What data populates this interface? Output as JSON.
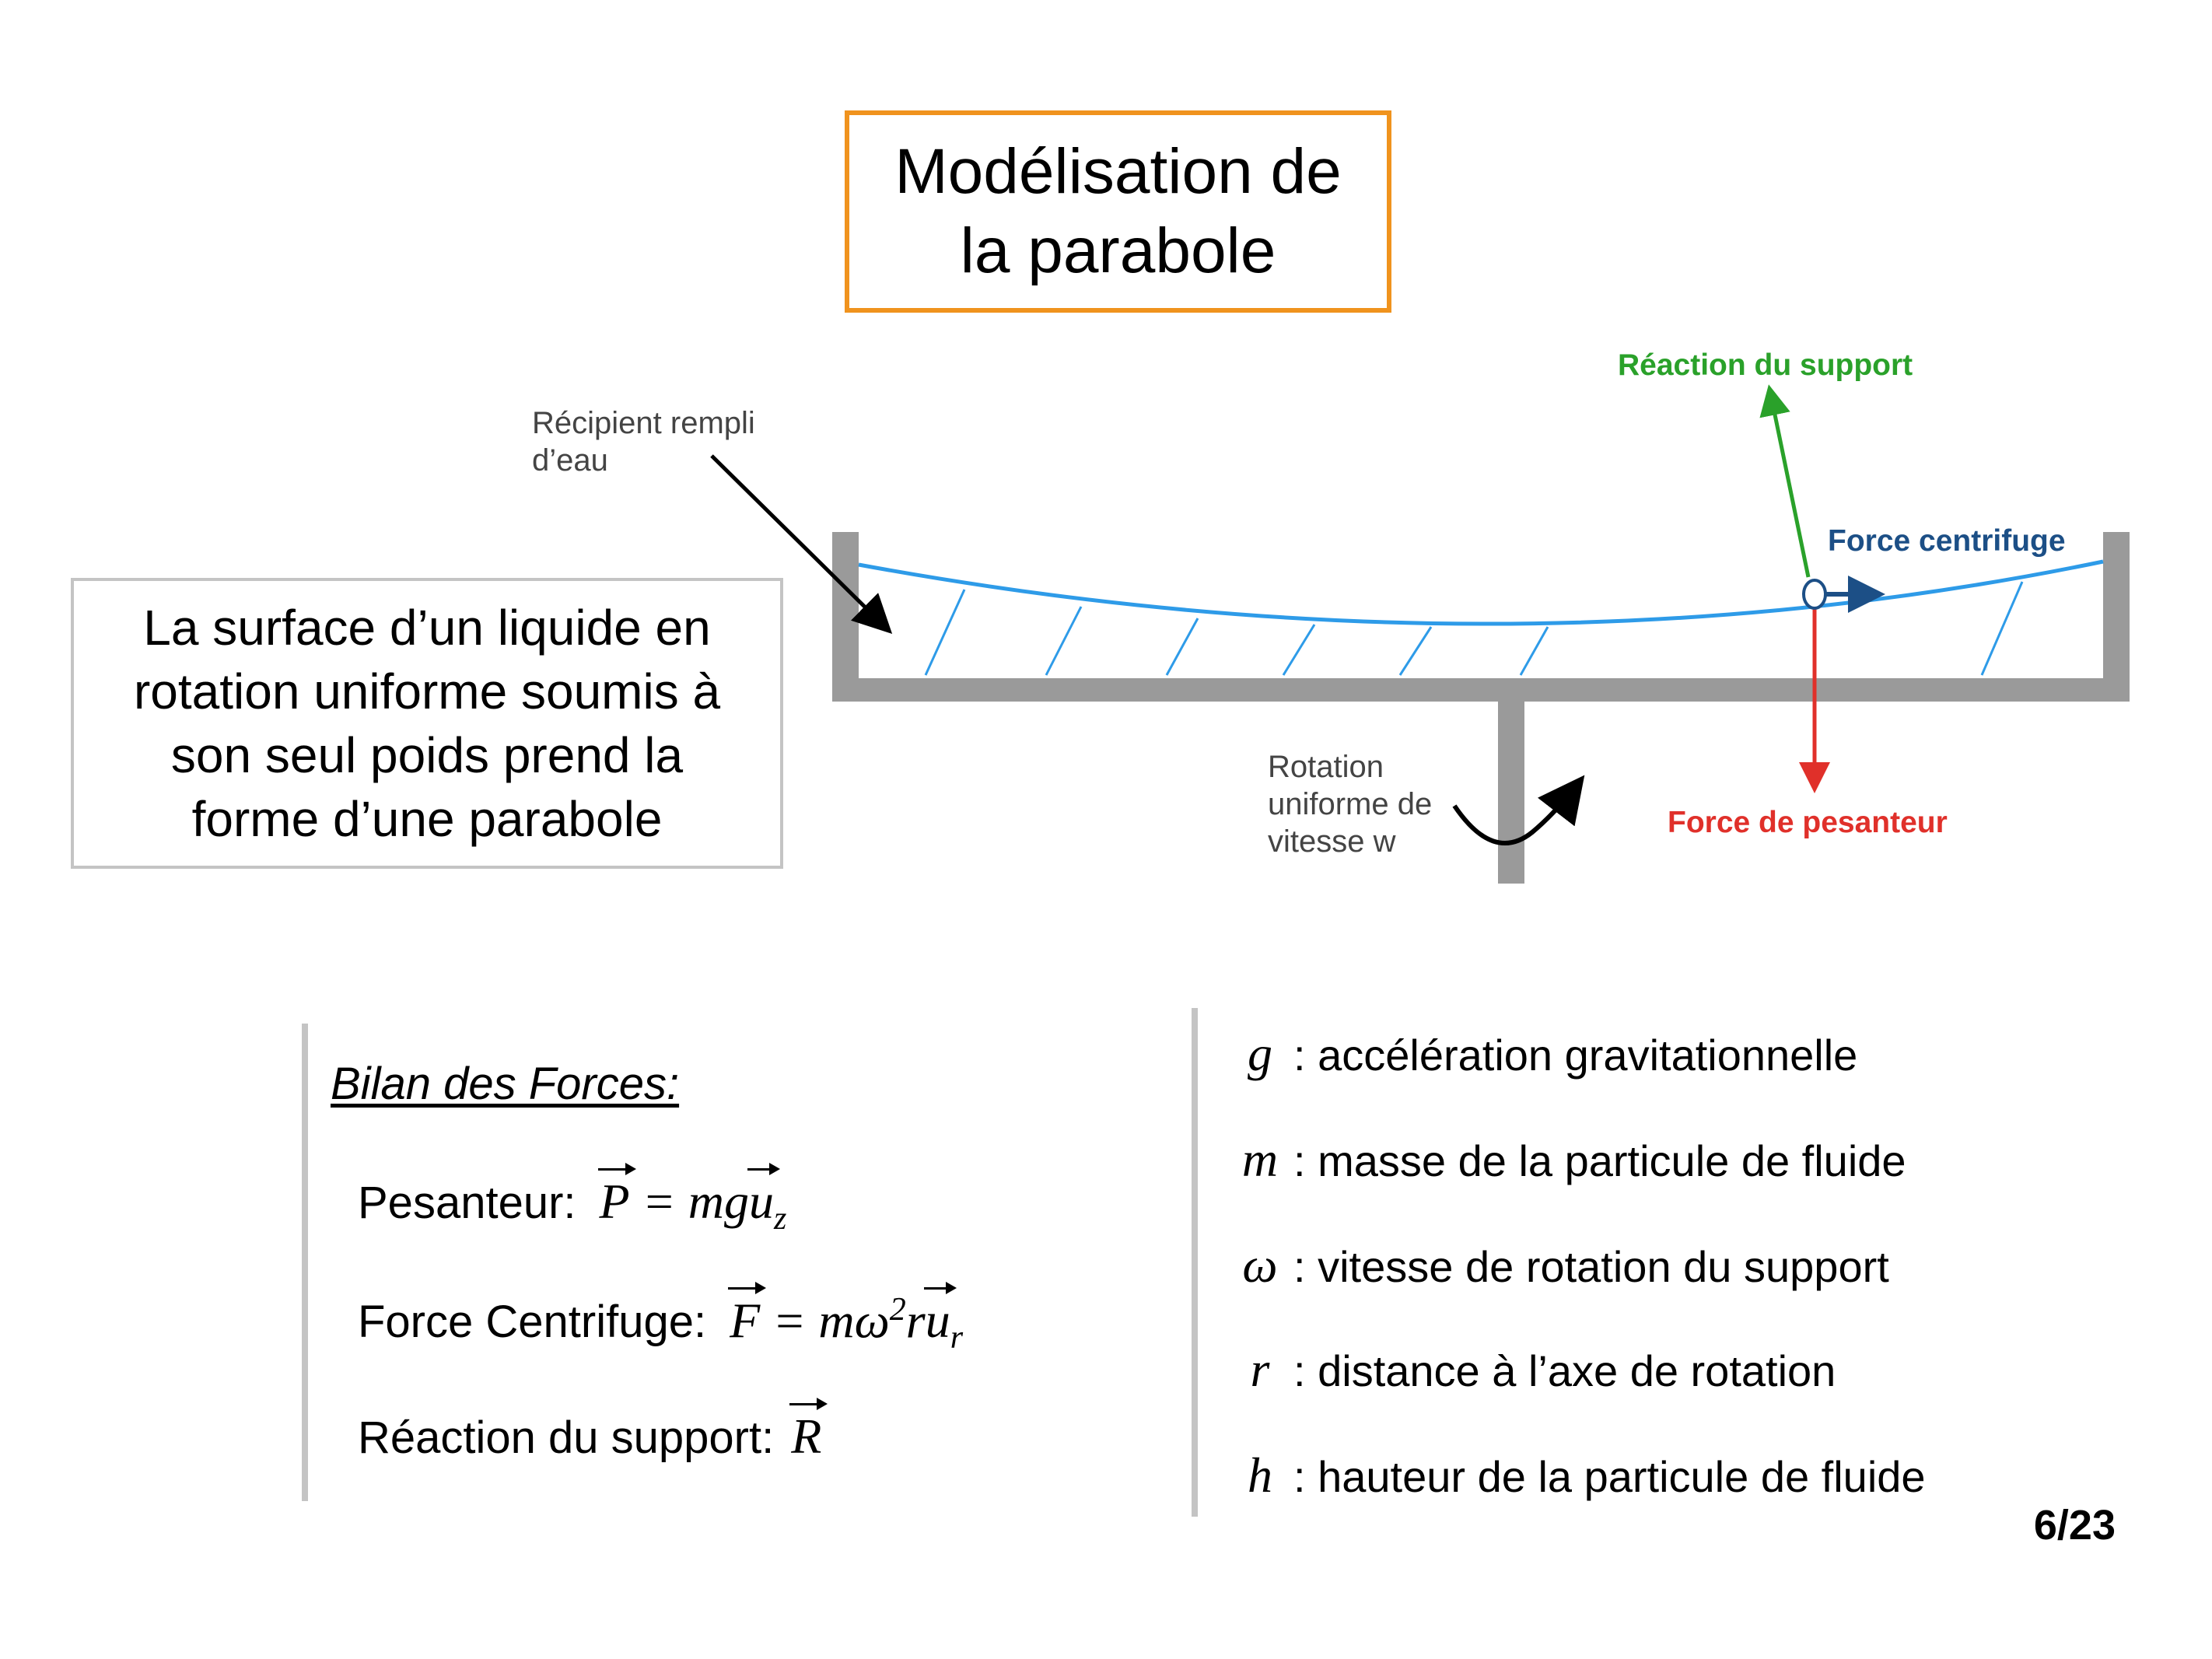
{
  "title": {
    "line1": "Modélisation de",
    "line2": "la parabole"
  },
  "description": {
    "line1": "La surface d’un liquide en",
    "line2": "rotation uniforme soumis à",
    "line3": "son seul poids prend la",
    "line4": "forme d’une parabole"
  },
  "diagram": {
    "container_label_line1": "Récipient rempli",
    "container_label_line2": "d’eau",
    "rotation_label_line1": "Rotation",
    "rotation_label_line2": "uniforme de",
    "rotation_label_line3": "vitesse w",
    "reaction_label": "Réaction du support",
    "centrifugal_label": "Force centrifuge",
    "gravity_label": "Force de pesanteur",
    "colors": {
      "reaction": "#2aa12a",
      "centrifugal": "#1c4f86",
      "gravity": "#e0302a",
      "water": "#2e9be8",
      "container": "#9a9a9a"
    }
  },
  "forces": {
    "heading": "Bilan des Forces:",
    "weight_label": "Pesanteur:",
    "centrifugal_label": "Force Centrifuge:",
    "reaction_label": "Réaction du support:"
  },
  "variables": [
    {
      "symbol": "g",
      "definition": ": accélération gravitationnelle"
    },
    {
      "symbol": "m",
      "definition": ": masse de la particule de fluide"
    },
    {
      "symbol": "ω",
      "definition": ": vitesse de rotation du support"
    },
    {
      "symbol": "r",
      "definition": ": distance à l’axe de rotation"
    },
    {
      "symbol": "h",
      "definition": ": hauteur de la particule de fluide"
    }
  ],
  "page_number": "6/23"
}
